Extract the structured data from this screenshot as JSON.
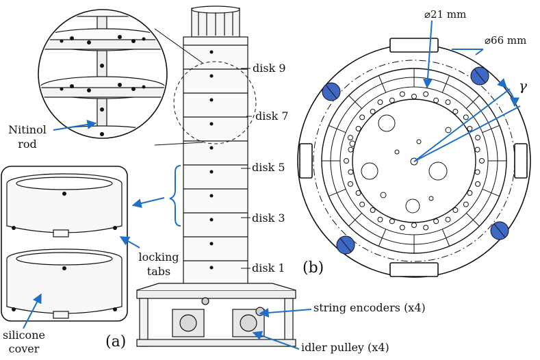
{
  "labels": {
    "nitinol_line1": "Nitinol",
    "nitinol_line2": "rod",
    "disk9": "disk 9",
    "disk7": "disk 7",
    "disk5": "disk 5",
    "disk3": "disk 3",
    "disk1": "disk 1",
    "locking_line1": "locking",
    "locking_line2": "tabs",
    "silicone_line1": "silicone",
    "silicone_line2": "cover",
    "panel_a": "(a)",
    "panel_b": "(b)",
    "string_encoders": "string encoders (x4)",
    "idler_pulley": "idler pulley (x4)",
    "dia21": "⌀21 mm",
    "dia66": "⌀66 mm",
    "gamma": "γ"
  },
  "colors": {
    "leader": "#1f6fc5",
    "hole_fill": "#3f67c4",
    "ink": "#111111"
  },
  "icons": [
    "magnifier-callout-icon",
    "brace-icon",
    "arrow-icon"
  ]
}
